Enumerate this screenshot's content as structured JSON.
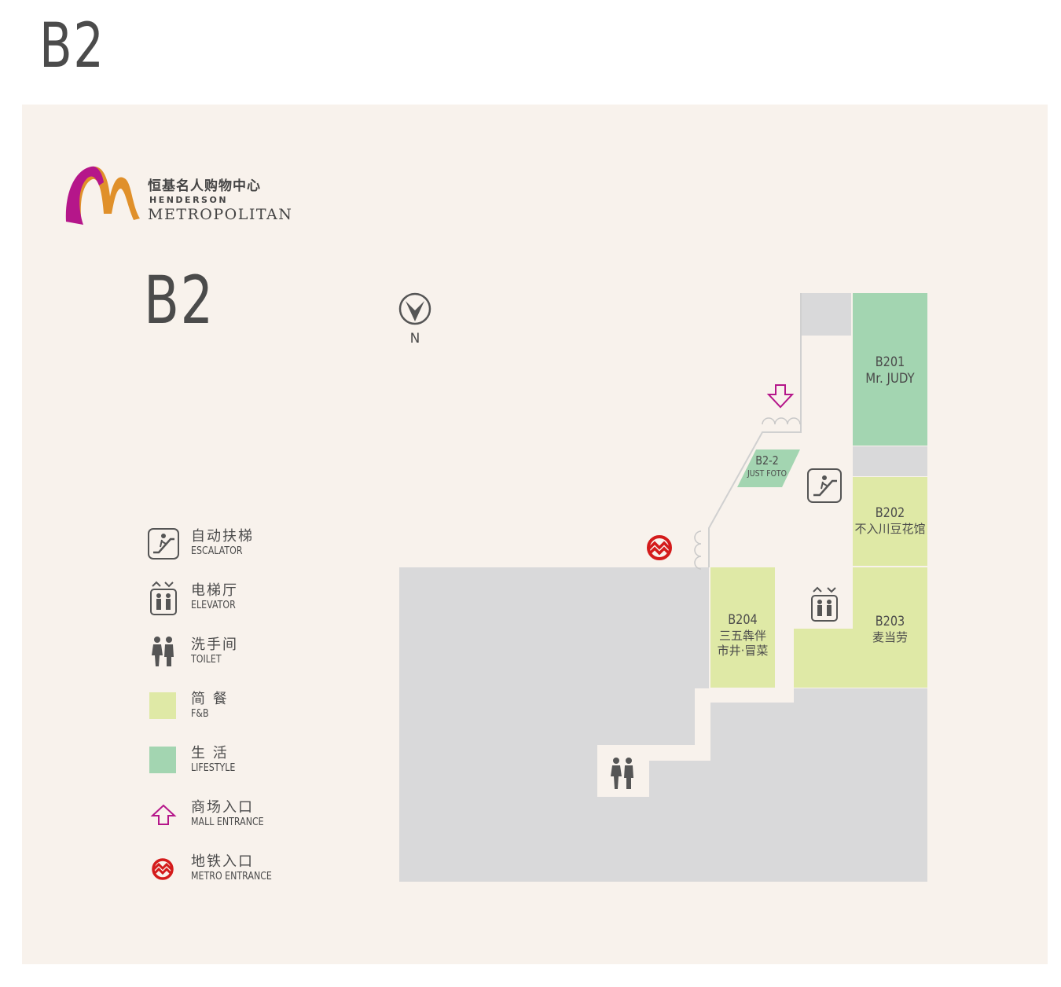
{
  "page_title": "B2",
  "logo": {
    "name_cn": "恒基名人购物中心",
    "name_en_line1": "HENDERSON",
    "name_en_line2": "METROPOLITAN"
  },
  "floor": "B2",
  "north_label": "N",
  "colors": {
    "fnb": "#dfe9a6",
    "lifestyle": "#a3d5b1",
    "occupied": "#d9d9da",
    "background": "#f8f2ec",
    "accent_magenta": "#b5168a",
    "metro_red": "#d41b1b"
  },
  "units": [
    {
      "code": "B201",
      "name": "Mr. JUDY",
      "category": "lifestyle"
    },
    {
      "code": "B2-2",
      "name": "JUST FOTO",
      "category": "lifestyle"
    },
    {
      "code": "B202",
      "name": "不入川豆花馆",
      "category": "fnb"
    },
    {
      "code": "B203",
      "name": "麦当劳",
      "category": "fnb"
    },
    {
      "code": "B204",
      "name": "三五犇伴",
      "name2": "市井·冒菜",
      "category": "fnb"
    }
  ],
  "legend": [
    {
      "cn": "自动扶梯",
      "en": "ESCALATOR",
      "icon": "escalator-icon"
    },
    {
      "cn": "电梯厅",
      "en": "ELEVATOR",
      "icon": "elevator-icon"
    },
    {
      "cn": "洗手间",
      "en": "TOILET",
      "icon": "toilet-icon"
    },
    {
      "cn": "简 餐",
      "en": "F&B",
      "icon": "fnb-swatch"
    },
    {
      "cn": "生 活",
      "en": "LIFESTYLE",
      "icon": "lifestyle-swatch"
    },
    {
      "cn": "商场入口",
      "en": "MALL ENTRANCE",
      "icon": "mall-entrance-icon"
    },
    {
      "cn": "地铁入口",
      "en": "METRO ENTRANCE",
      "icon": "metro-icon"
    }
  ]
}
